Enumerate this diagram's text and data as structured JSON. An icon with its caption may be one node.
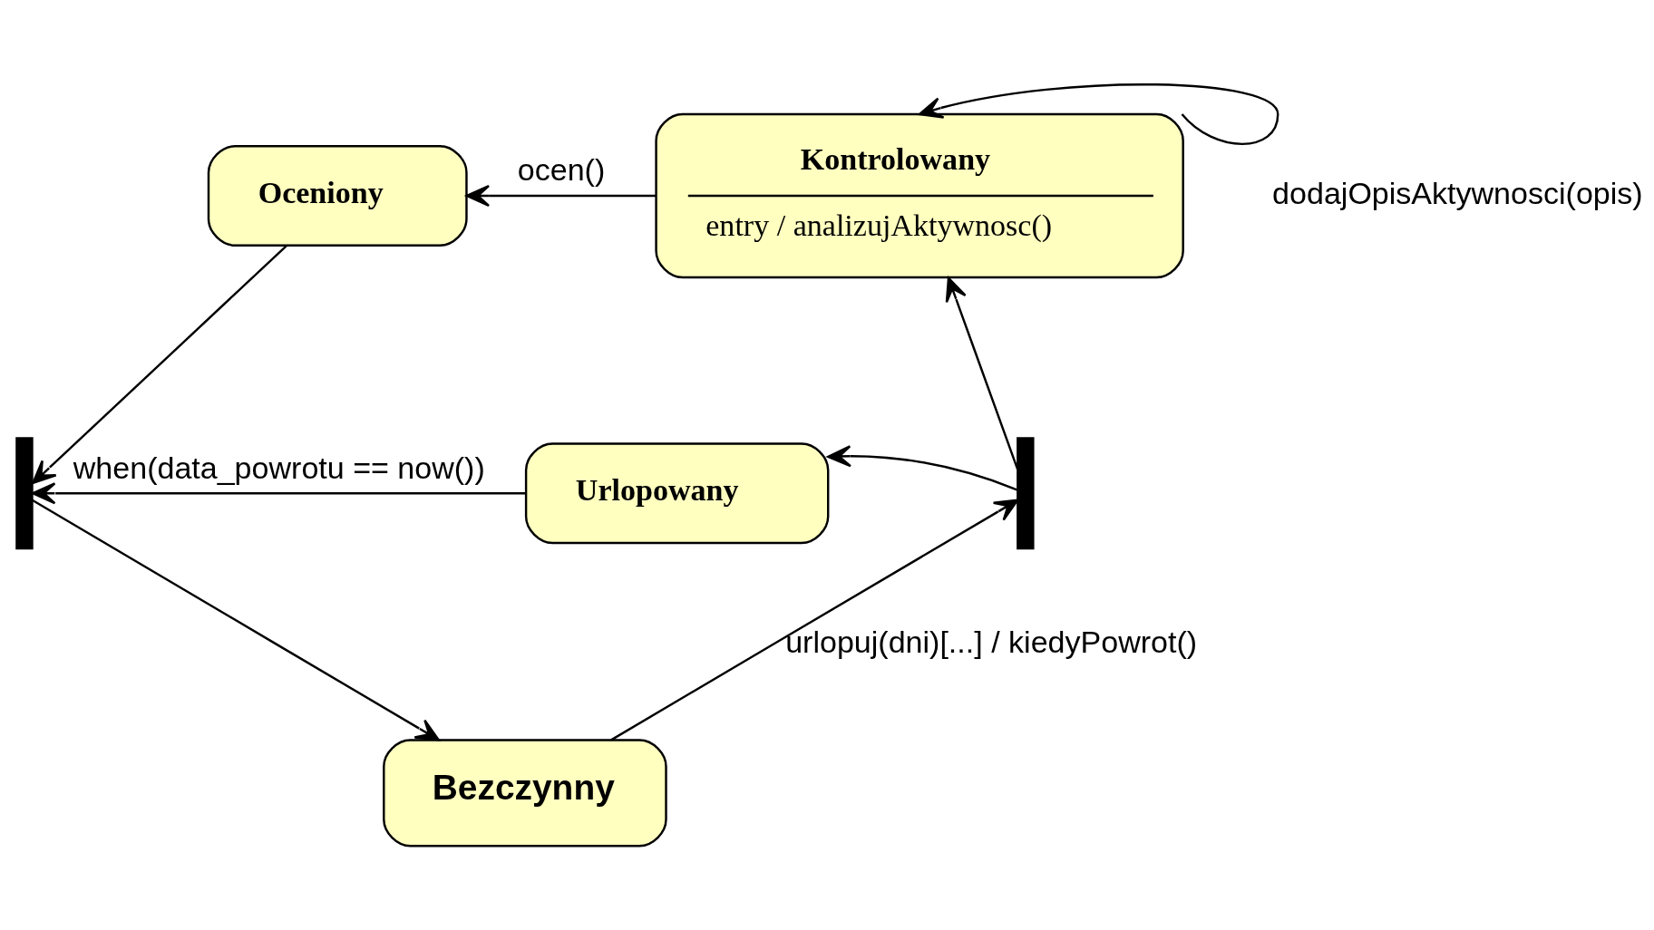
{
  "diagram": {
    "nodes": [
      {
        "text": [
          "Kontrolowany",
          "entry / analizujAktywnosc()"
        ]
      },
      {
        "text": [
          "Oceniony"
        ]
      },
      {
        "text": [
          "Urlopowany"
        ]
      },
      {
        "text": [
          "Bezczynny"
        ]
      },
      {
        "text": [],
        "shape": "bar"
      },
      {
        "text": [],
        "shape": "bar"
      }
    ],
    "edges": [
      {
        "from": 0,
        "to": 0,
        "arrow": "to",
        "label": "dodajOpisAktywnosci(opis)"
      },
      {
        "from": 0,
        "to": 1,
        "arrow": "to",
        "label": "ocen()"
      },
      {
        "from": 1,
        "to": 4,
        "arrow": "to"
      },
      {
        "from": 2,
        "to": 4,
        "arrow": "to",
        "label": "when(data_powrotu == now())"
      },
      {
        "from": 4,
        "to": 3,
        "arrow": "to"
      },
      {
        "from": 3,
        "to": 5,
        "arrow": "to",
        "label": "urlopuj(dni)[...] / kiedyPowrot()"
      },
      {
        "from": 5,
        "to": 2,
        "arrow": "to"
      },
      {
        "from": 5,
        "to": 0,
        "arrow": "to"
      }
    ]
  }
}
